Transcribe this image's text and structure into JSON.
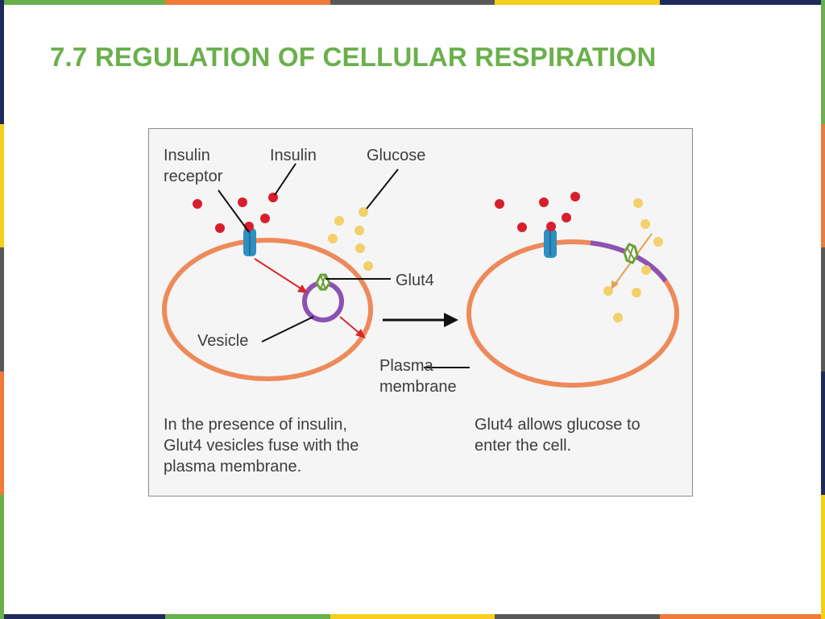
{
  "slide": {
    "title": "7.7 REGULATION OF CELLULAR RESPIRATION",
    "frame_colors": [
      "#6ab04c",
      "#f07a3a",
      "#585858",
      "#f6cf1b",
      "#1f2a5a"
    ]
  },
  "figure": {
    "labels": {
      "insulin_receptor": "Insulin\nreceptor",
      "insulin": "Insulin",
      "glucose": "Glucose",
      "glut4": "Glut4",
      "vesicle": "Vesicle",
      "plasma_membrane": "Plasma\nmembrane"
    },
    "captions": {
      "left": "In the presence of insulin,\nGlut4 vesicles fuse with the\nplasma membrane.",
      "right": "Glut4 allows glucose to\nenter the cell."
    },
    "colors": {
      "membrane": "#ee8a5a",
      "insulin": "#d81e2c",
      "glucose": "#f4d06a",
      "receptor": "#2e8fc0",
      "vesicle": "#8c52b3",
      "glut4": "#6e9e3a",
      "arrow": "#d82a2a"
    }
  }
}
